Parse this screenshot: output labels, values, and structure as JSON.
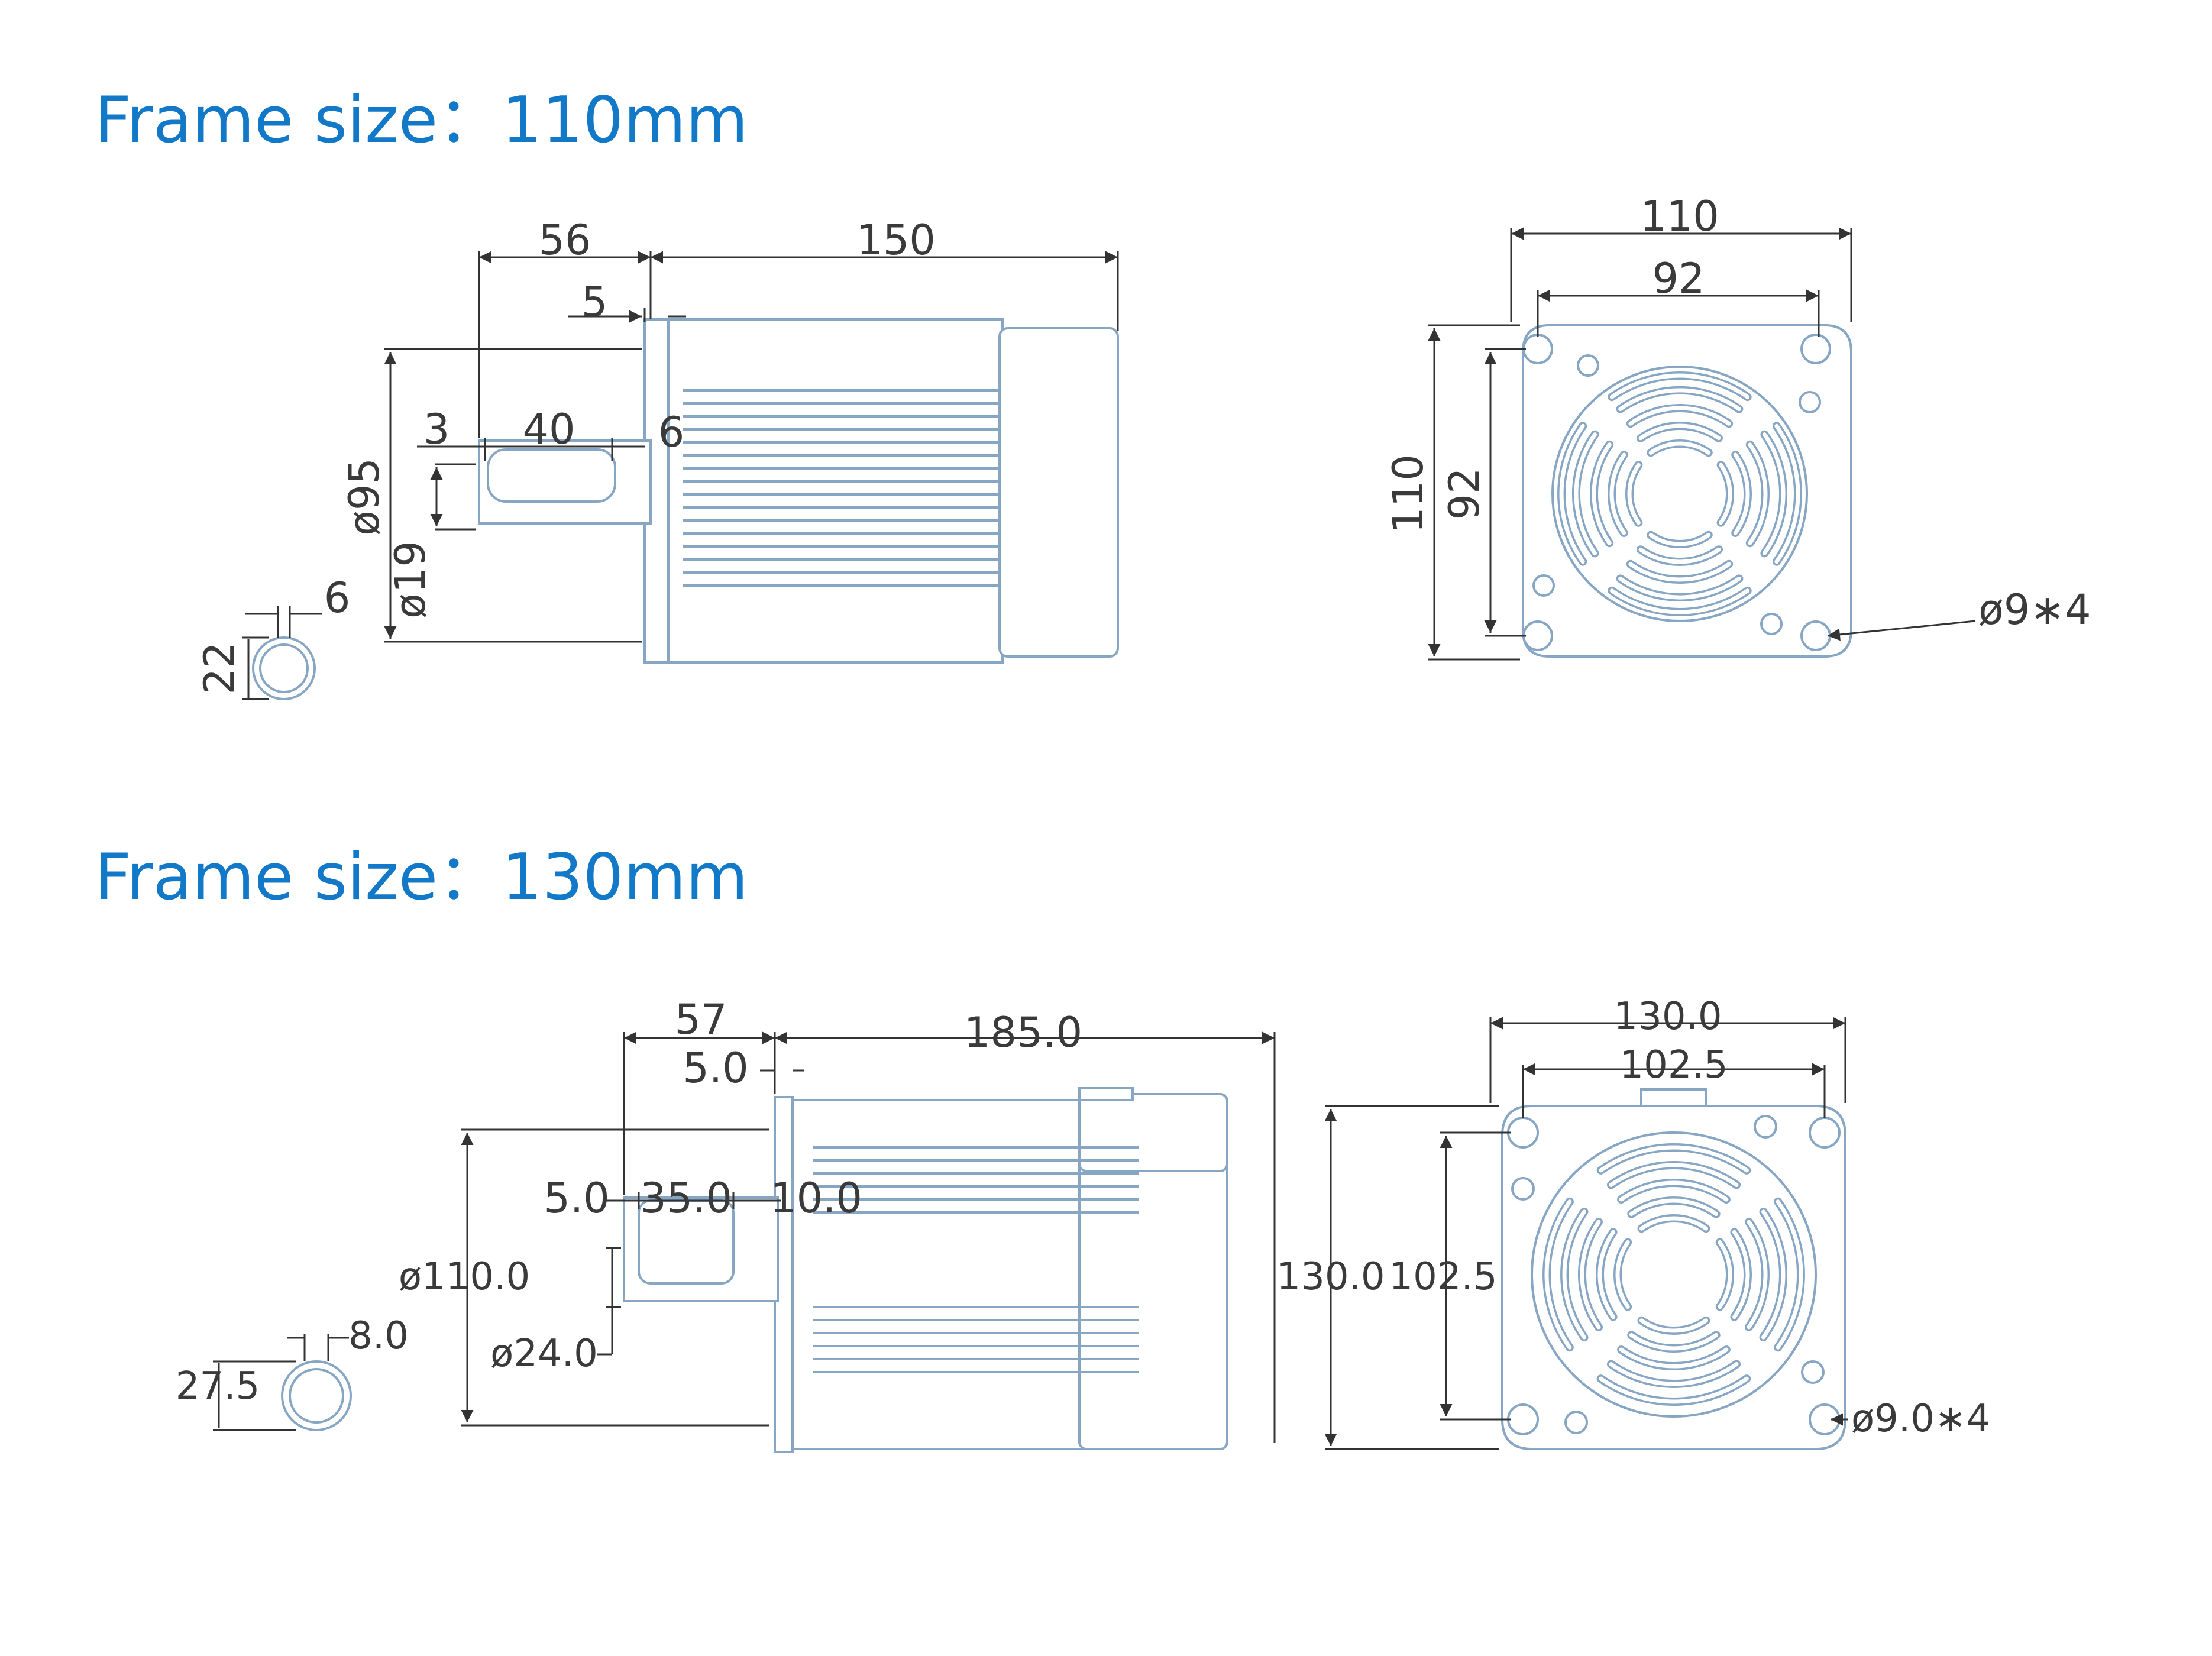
{
  "titles": {
    "frame110": "Frame size：110mm",
    "frame130": "Frame size：130mm"
  },
  "colors": {
    "title": "#1278c8",
    "part_outline": "#87a6c4",
    "dimension": "#333333"
  },
  "motor110": {
    "side": {
      "d56": "56",
      "d150": "150",
      "d5": "5",
      "d3": "3",
      "d40": "40",
      "d6_flange": "6",
      "d95": "ø95",
      "d19": "ø19",
      "key_width": "6",
      "key_height": "22"
    },
    "front": {
      "w110": "110",
      "w92": "92",
      "h110": "110",
      "h92": "92",
      "holes": "ø9∗4"
    }
  },
  "motor130": {
    "side": {
      "d57": "57",
      "d185": "185.0",
      "d5": "5.0",
      "d5b": "5.0",
      "d35": "35.0",
      "d10": "10.0",
      "d110": "ø110.0",
      "d24": "ø24.0",
      "key_width": "8.0",
      "key_height": "27.5"
    },
    "front": {
      "w130": "130.0",
      "w102": "102.5",
      "h130": "130.0",
      "h102": "102.5",
      "holes": "ø9.0∗4"
    }
  }
}
